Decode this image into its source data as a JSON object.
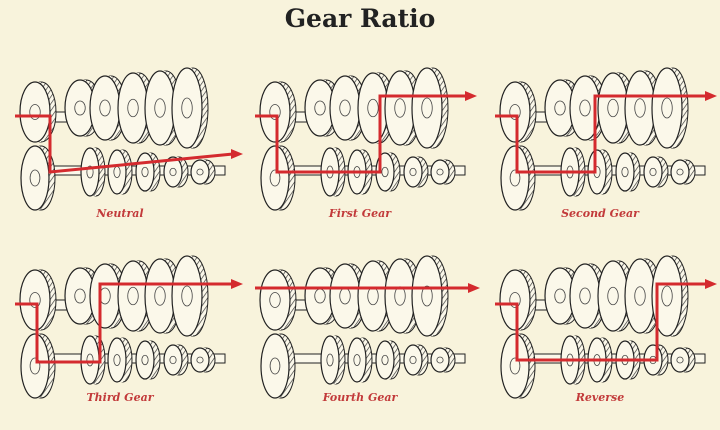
{
  "title": "Gear Ratio",
  "panels": [
    {
      "label": "Neutral"
    },
    {
      "label": "First Gear"
    },
    {
      "label": "Second Gear"
    },
    {
      "label": "Third Gear"
    },
    {
      "label": "Fourth Gear"
    },
    {
      "label": "Reverse"
    }
  ],
  "colors": {
    "background": "#f8f3dc",
    "power_flow": "#d42a2e",
    "ink": "#2a2a2a"
  }
}
